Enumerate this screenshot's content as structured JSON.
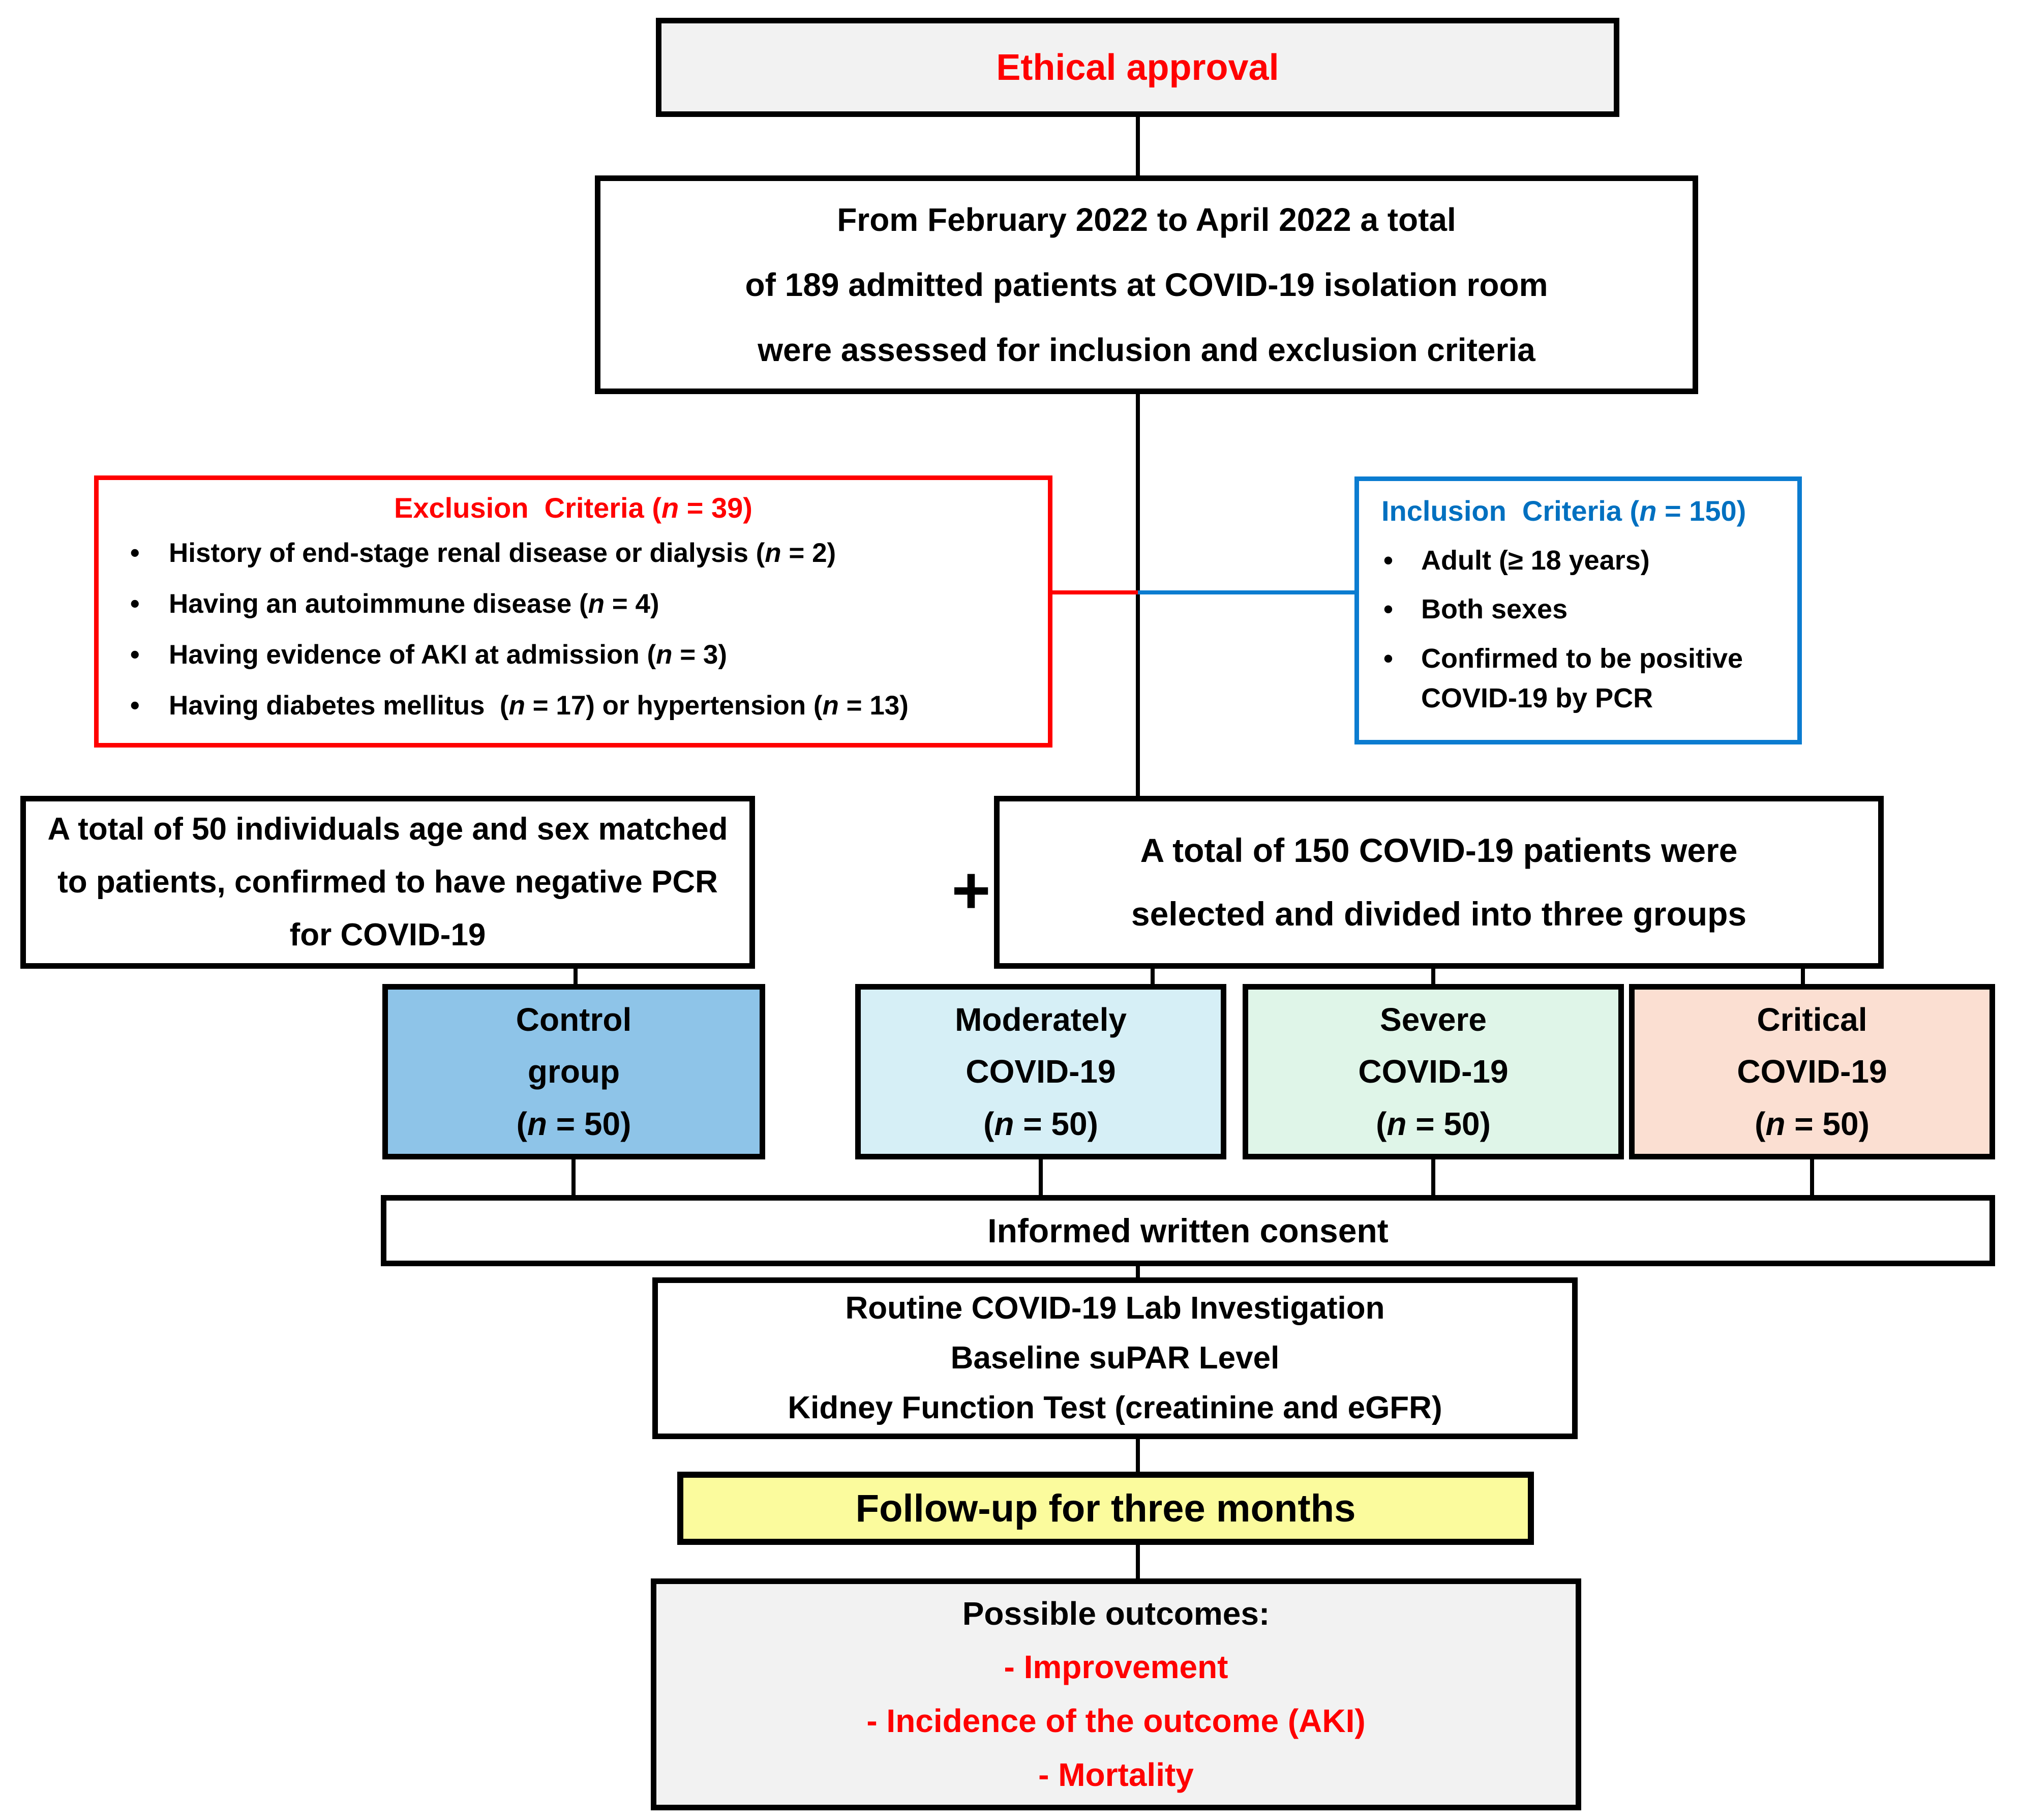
{
  "colors": {
    "red": "#FF0000",
    "blue_title": "#0070C0",
    "blue_border": "#0B7CD0",
    "box_gray": "#F2F2F2",
    "control_fill": "#8EC4E8",
    "moderate_fill": "#D6EFF6",
    "severe_fill": "#DFF5E8",
    "critical_fill": "#FBDFD2",
    "followup_fill": "#FBFB9D"
  },
  "boxes": {
    "ethical": {
      "label": "Ethical approval"
    },
    "assessment": {
      "lines": [
        "From February 2022 to April 2022 a total",
        "of 189 admitted patients at COVID-19 isolation room",
        "were assessed for inclusion and exclusion criteria"
      ]
    },
    "exclusion": {
      "title_html": "Exclusion&nbsp; Criteria (<i>n</i> = 39)",
      "items": [
        "History of end-stage renal disease or dialysis (<i>n</i> = 2)",
        "Having an autoimmune disease (<i>n</i> = 4)",
        "Having evidence of AKI at admission (<i>n</i> = 3)",
        "Having diabetes mellitus&nbsp; (<i>n</i> = 17) or hypertension (<i>n</i> = 13)"
      ]
    },
    "inclusion": {
      "title_html": "Inclusion&nbsp; Criteria (<i>n</i> = 150)",
      "items": [
        "Adult (≥ 18 years)",
        "Both sexes",
        "Confirmed to be positive COVID-19 by PCR"
      ]
    },
    "cohort50": {
      "lines": [
        "A total of 50 individuals age and sex matched",
        "to patients, confirmed to have negative PCR",
        "for COVID-19"
      ]
    },
    "plus": "+",
    "patients150": {
      "lines": [
        "A total of 150 COVID-19 patients were",
        "selected and divided into three groups"
      ]
    },
    "groups": [
      {
        "line1": "Control",
        "line2": "group",
        "n_html": "(<i>n</i> = 50)",
        "fill": "#8EC4E8"
      },
      {
        "line1": "Moderately",
        "line2": "COVID-19",
        "n_html": "(<i>n</i> = 50)",
        "fill": "#D6EFF6"
      },
      {
        "line1": "Severe",
        "line2": "COVID-19",
        "n_html": "(<i>n</i> = 50)",
        "fill": "#DFF5E8"
      },
      {
        "line1": "Critical",
        "line2": "COVID-19",
        "n_html": "(<i>n</i> = 50)",
        "fill": "#FBDFD2"
      }
    ],
    "consent": {
      "label": "Informed written consent"
    },
    "lab": {
      "lines": [
        "Routine COVID-19 Lab Investigation",
        "Baseline suPAR Level",
        "Kidney Function Test (creatinine and eGFR)"
      ]
    },
    "followup": {
      "label": "Follow-up for three months"
    },
    "outcomes": {
      "title": "Possible outcomes:",
      "items": [
        "- Improvement",
        "- Incidence of the outcome (AKI)",
        "- Mortality"
      ]
    }
  }
}
